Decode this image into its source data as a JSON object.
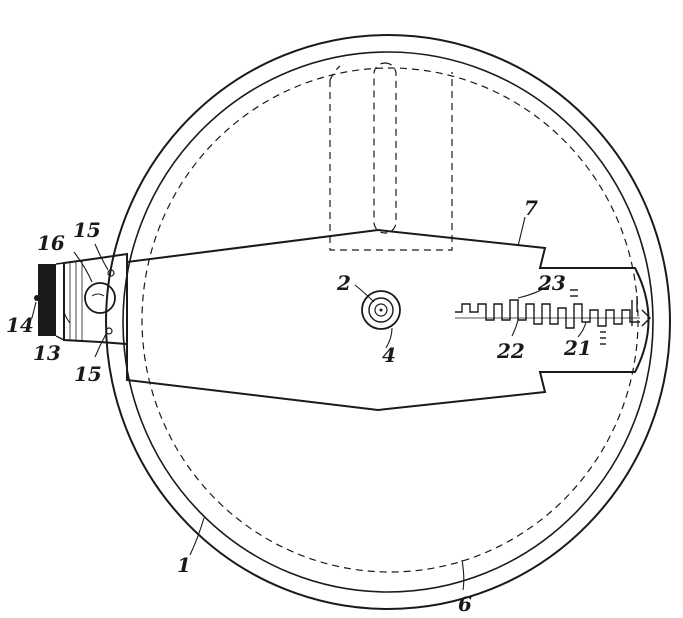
{
  "figure": {
    "reference_numerals": {
      "outer_rim": "1",
      "center_pin": "2",
      "center_washer": "4",
      "inner_disc": "6",
      "pointer_arm": "7",
      "end_block": "13",
      "end_cap": "14",
      "screw_top": "15",
      "screw_bottom": "15",
      "knob": "16",
      "scale_lower_right": "21",
      "scale_lower_left": "22",
      "scale_upper": "23"
    }
  }
}
